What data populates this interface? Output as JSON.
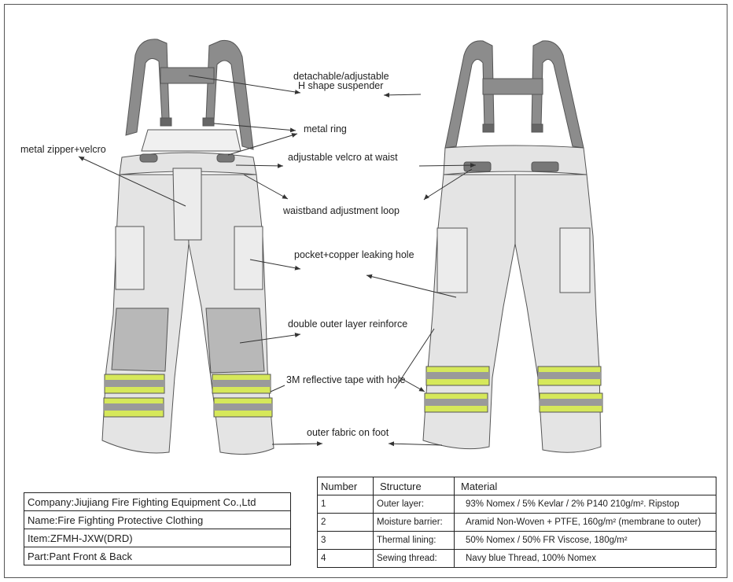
{
  "callouts": {
    "suspender_line1": "detachable/adjustable",
    "suspender_line2": "H shape suspender",
    "metal_ring": "metal ring",
    "metal_zipper": "metal zipper+velcro",
    "velcro_waist": "adjustable velcro at waist",
    "waistband_loop": "waistband adjustment loop",
    "pocket": "pocket+copper leaking hole",
    "reinforce": "double outer layer reinforce",
    "reflective": "3M reflective tape with hole",
    "outer_fabric": "outer fabric on foot"
  },
  "info": {
    "company": "Company:Jiujiang Fire Fighting Equipment Co.,Ltd",
    "name": "Name:Fire Fighting Protective Clothing",
    "item": "Item:ZFMH-JXW(DRD)",
    "part": "Part:Pant Front & Back"
  },
  "table": {
    "headers": [
      "Number",
      "Structure",
      "Material"
    ],
    "rows": [
      [
        "1",
        "Outer layer:",
        "93% Nomex / 5% Kevlar / 2% P140 210g/m². Ripstop"
      ],
      [
        "2",
        "Moisture barrier:",
        "Aramid Non-Woven + PTFE, 160g/m² (membrane to outer)"
      ],
      [
        "3",
        "Thermal lining:",
        "50% Nomex / 50% FR Viscose, 180g/m²"
      ],
      [
        "4",
        "Sewing thread:",
        "Navy blue Thread, 100% Nomex"
      ]
    ]
  },
  "colors": {
    "fabric": "#e4e4e4",
    "outline": "#555555",
    "suspender": "#8c8c8c",
    "reinforce": "#b8b8b8",
    "tape_yellow": "#d6e85a",
    "tape_silver": "#9a9a9a"
  }
}
